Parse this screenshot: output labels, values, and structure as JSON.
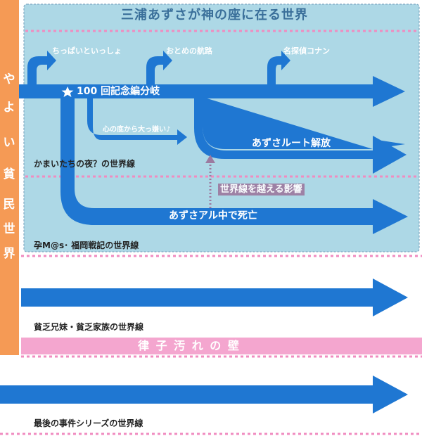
{
  "colors": {
    "region_fill": "#add8e6",
    "region_border": "#7fa8c2",
    "arrow_blue": "#1f77d2",
    "orange_bar": "#f59a55",
    "pink_dots": "#f08cc0",
    "pink_band": "#f4a6cf",
    "dotted_arrow": "#9c7aa0",
    "header_text": "#3a6f9a"
  },
  "region_title": "三浦あずさが神の座に在る世界",
  "left_bar_title": "やよい貧民世界",
  "branch_labels": {
    "chippai": "ちっぱいといっしょ",
    "otome": "おとめの航路",
    "conan": "名探偵コナン",
    "anniversary": "100 回記念編分岐",
    "kokoro": "心の底から大っ嫌い♪",
    "azusa_route": "あずさルート解放",
    "cross_influence": "世界線を越える影響",
    "azusa_death": "あずさアル中で死亡"
  },
  "worldline_labels": {
    "kamaitachi": "かまいたちの夜？の世界線",
    "fukuoka": "孕M@s･ 福岡戦記の世界線",
    "binbou": "貧乏兄妹・貧乏家族の世界線",
    "saigo": "最後の事件シリーズの世界線"
  },
  "wall_label": "律 子 汚 れ の 壁"
}
